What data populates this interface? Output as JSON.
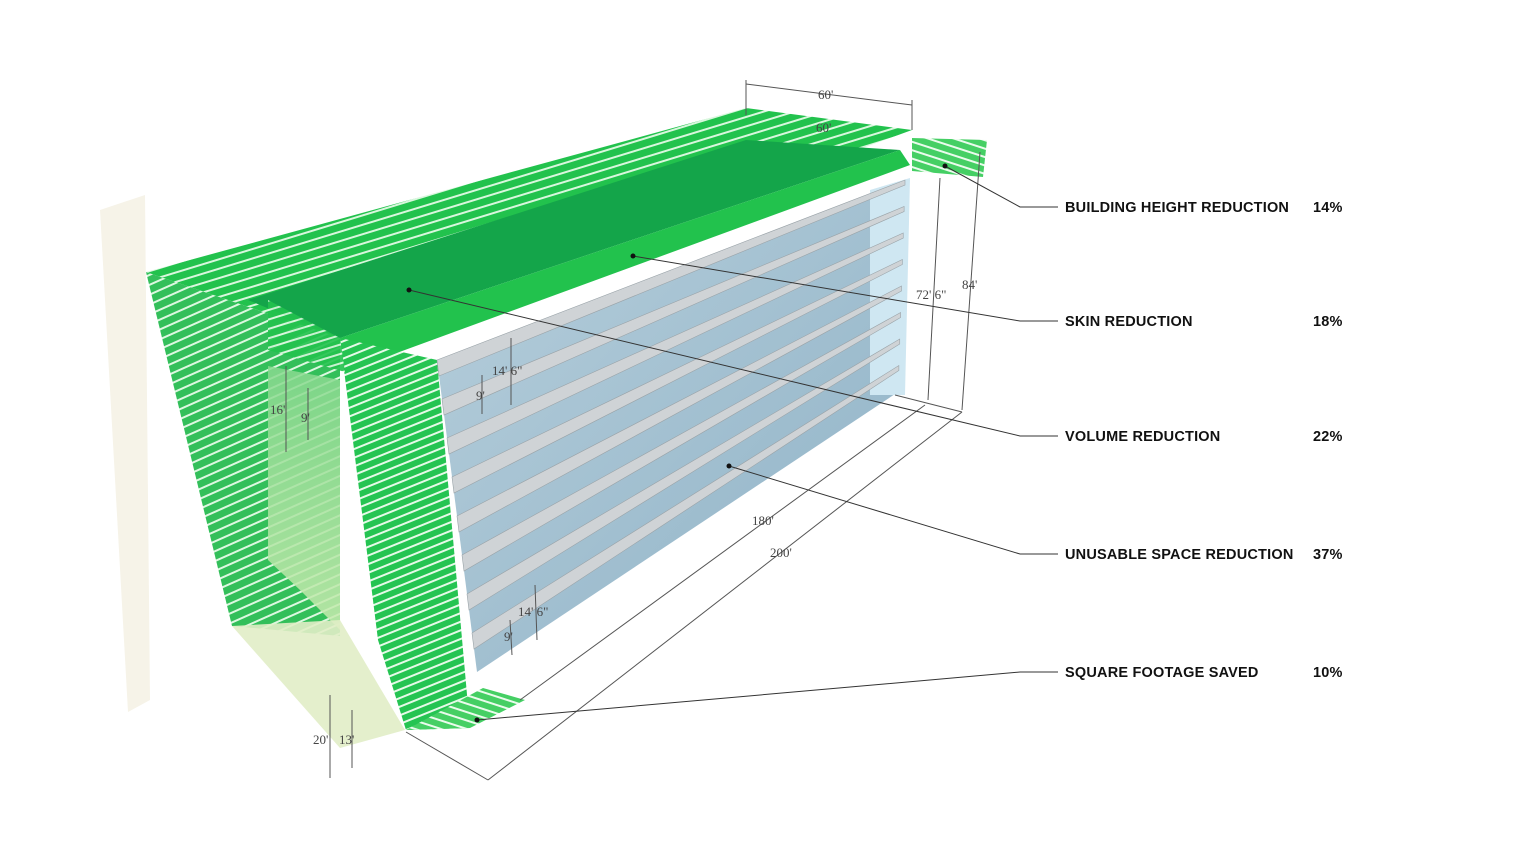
{
  "colors": {
    "green_band": "#1fbf4a",
    "green_dark": "#12a044",
    "green_light": "#a8e6a8",
    "glass": "#a9c6d6",
    "glass_light": "#cfe7f2",
    "slab": "#cfd3d6",
    "floor_tint": "#e1edc6"
  },
  "dimensions": {
    "width_outer": "60'",
    "width_inner": "60'",
    "height_reduced": "72' 6\"",
    "height_original": "84'",
    "length_reduced": "180'",
    "length_original": "200'",
    "floor_to_floor_upper": "14' 6\"",
    "floor_to_ceiling_upper": "9'",
    "floor_to_floor_lower": "14' 6\"",
    "floor_to_ceiling_lower": "9'",
    "end_floor_to_floor": "16'",
    "end_floor_to_ceiling": "9'",
    "base_original": "20'",
    "base_reduced": "13'"
  },
  "metrics": [
    {
      "label": "BUILDING HEIGHT REDUCTION",
      "value": "14%"
    },
    {
      "label": "SKIN REDUCTION",
      "value": "18%"
    },
    {
      "label": "VOLUME REDUCTION",
      "value": "22%"
    },
    {
      "label": "UNUSABLE SPACE REDUCTION",
      "value": "37%"
    },
    {
      "label": "SQUARE FOOTAGE SAVED",
      "value": "10%"
    }
  ]
}
